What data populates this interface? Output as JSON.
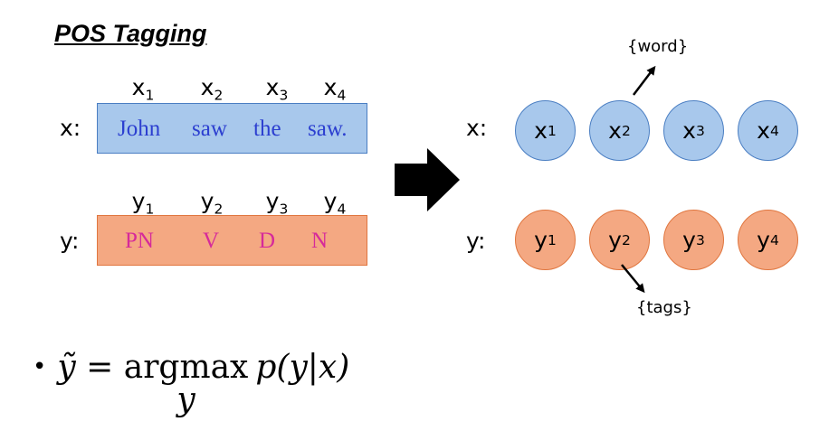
{
  "title": "POS Tagging",
  "left": {
    "x_label": "x:",
    "y_label": "y:",
    "x_indices": [
      "1",
      "2",
      "3",
      "4"
    ],
    "y_indices": [
      "1",
      "2",
      "3",
      "4"
    ],
    "sentence": [
      "John",
      "saw",
      "the",
      "saw."
    ],
    "tags": [
      "PN",
      "V",
      "D",
      "N"
    ]
  },
  "right": {
    "x_label": "x:",
    "y_label": "y:",
    "x_nodes": [
      "1",
      "2",
      "3",
      "4"
    ],
    "y_nodes": [
      "1",
      "2",
      "3",
      "4"
    ],
    "word_note": "{word}",
    "tags_note": "{tags}"
  },
  "formula": {
    "bullet": "•",
    "lhs": "ỹ = ",
    "op": "argmax",
    "op_sub": "y",
    "rhs": "p(y|x)"
  },
  "colors": {
    "x_fill": "#a8c8ec",
    "x_border": "#4a7ec2",
    "y_fill": "#f4a882",
    "y_border": "#e0763f",
    "x_text": "#2c3fd0",
    "y_text": "#d62a9a"
  }
}
